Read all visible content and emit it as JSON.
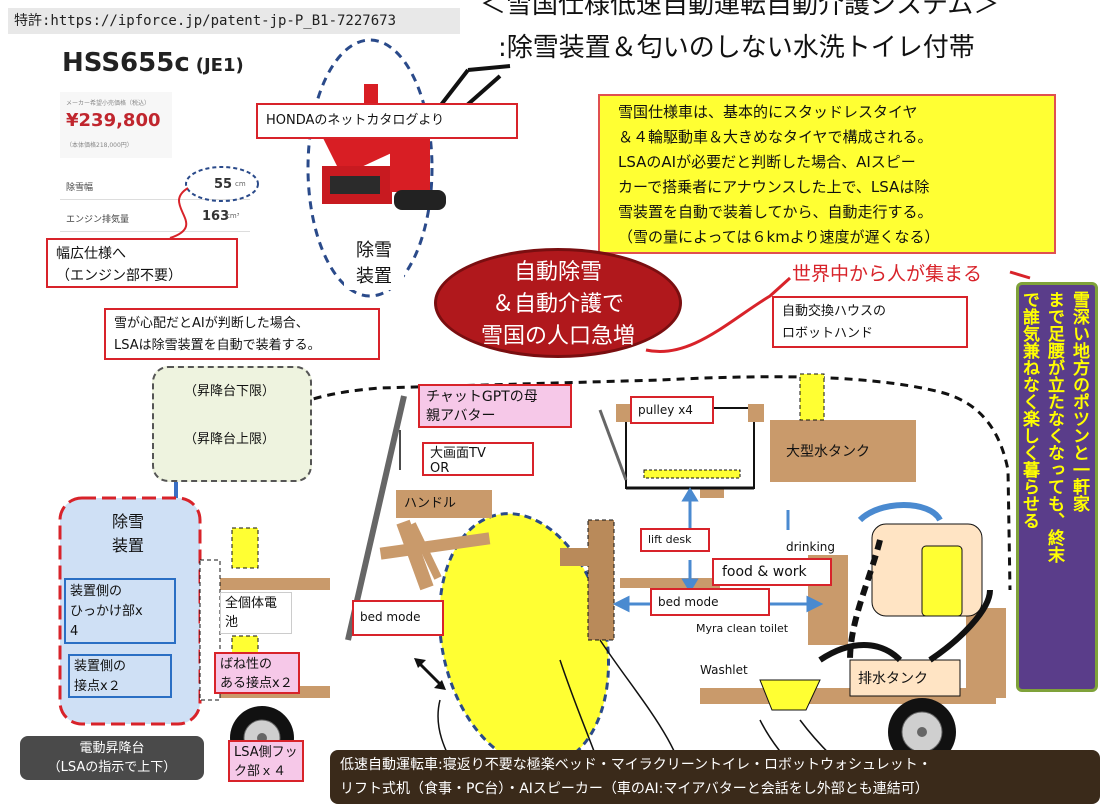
{
  "header": {
    "patent": "特許:https://ipforce.jp/patent-jp-P_B1-7227673",
    "title_line1": "＜雪国仕様低速自動運転自動介護システム＞",
    "title_line2": ":除雪装置＆匂いのしない水洗トイレ付帯"
  },
  "catalog": {
    "model": "HSS655c",
    "model_suffix": "(JE1)",
    "price_caption": "メーカー希望小売価格（税込）",
    "price": "¥239,800",
    "price_note": "（本体価格218,000円）",
    "row1_label": "除雪幅",
    "row1_value": "55",
    "row1_unit": "cm",
    "row2_label": "エンジン排気量",
    "row2_value": "163",
    "row2_unit": "cm³"
  },
  "labels": {
    "honda": "HONDAのネットカタログより",
    "snow_device_top": "除雪\n装置",
    "wide_spec": "幅広仕様へ\n（エンジン部不要）",
    "ai_judge": "雪が心配だとAIが判断した場合、\nLSAは除雪装置を自動で装着する。",
    "yellow_note": "雪国仕様車は、基本的にスタッドレスタイヤ\n＆４輪駆動車＆大きめなタイヤで構成される。\nLSAのAIが必要だと判断した場合、AIスピー\nカーで搭乗者にアナウンスした上で、LSAは除\n雪装置を自動で装着してから、自動走行する。\n（雪の量によっては６kmより速度が遅くなる）",
    "oval": "自動除雪\n＆自動介護で\n雪国の人口急増",
    "world": "世界中から人が集まる",
    "vertical": "雪深い地方のポツンと一軒家\nまで足腰が立たなくなっても、終末\nで誰気兼ねなく楽しく暮らせる",
    "robot_hand": "自動交換ハウスの\nロボットハンド",
    "lift_lower": "（昇降台下限）",
    "lift_upper": "（昇降台上限）",
    "chatgpt": "チャットGPTの母\n親アバター",
    "pulley": "pulley x4",
    "tank": "大型水タンク",
    "tv": "大画面TV\nOR",
    "handle": "ハンドル",
    "lift_desk": "lift desk",
    "drinking": "drinking",
    "food_work": "food & work",
    "bed_mode_1": "bed mode",
    "bed_mode_2": "bed mode",
    "myra": "Myra clean toilet",
    "snow_device_left": "除雪\n装置",
    "hook_device": "装置側の\nひっかけ部x\n4",
    "contact_device": "装置側の\n接点x２",
    "battery": "全個体電\n池",
    "spring": "ばね性の\nある接点x２",
    "washlet": "Washlet",
    "drain": "排水タンク",
    "electric_lift": "電動昇降台\n（LSAの指示で上下）",
    "lsa_hook": "LSA側フッ\nク部ｘ４",
    "bottom": "低速自動運転車:寝返り不要な極楽ベッド・マイラクリーントイレ・ロボットウォシュレット・\nリフト式机（食事・PC台）・AIスピーカー（車のAI:マイアバターと会話をし外部とも連結可）"
  },
  "colors": {
    "red": "#d8232a",
    "yellow": "#ffff33",
    "pink": "#f6c8e8",
    "blue_panel": "#cfe0f5",
    "oval": "#b0181c",
    "vertical_bg": "#5a3d8a",
    "vertical_text": "#ffff00",
    "bottom_bg": "#3a2a1a"
  }
}
